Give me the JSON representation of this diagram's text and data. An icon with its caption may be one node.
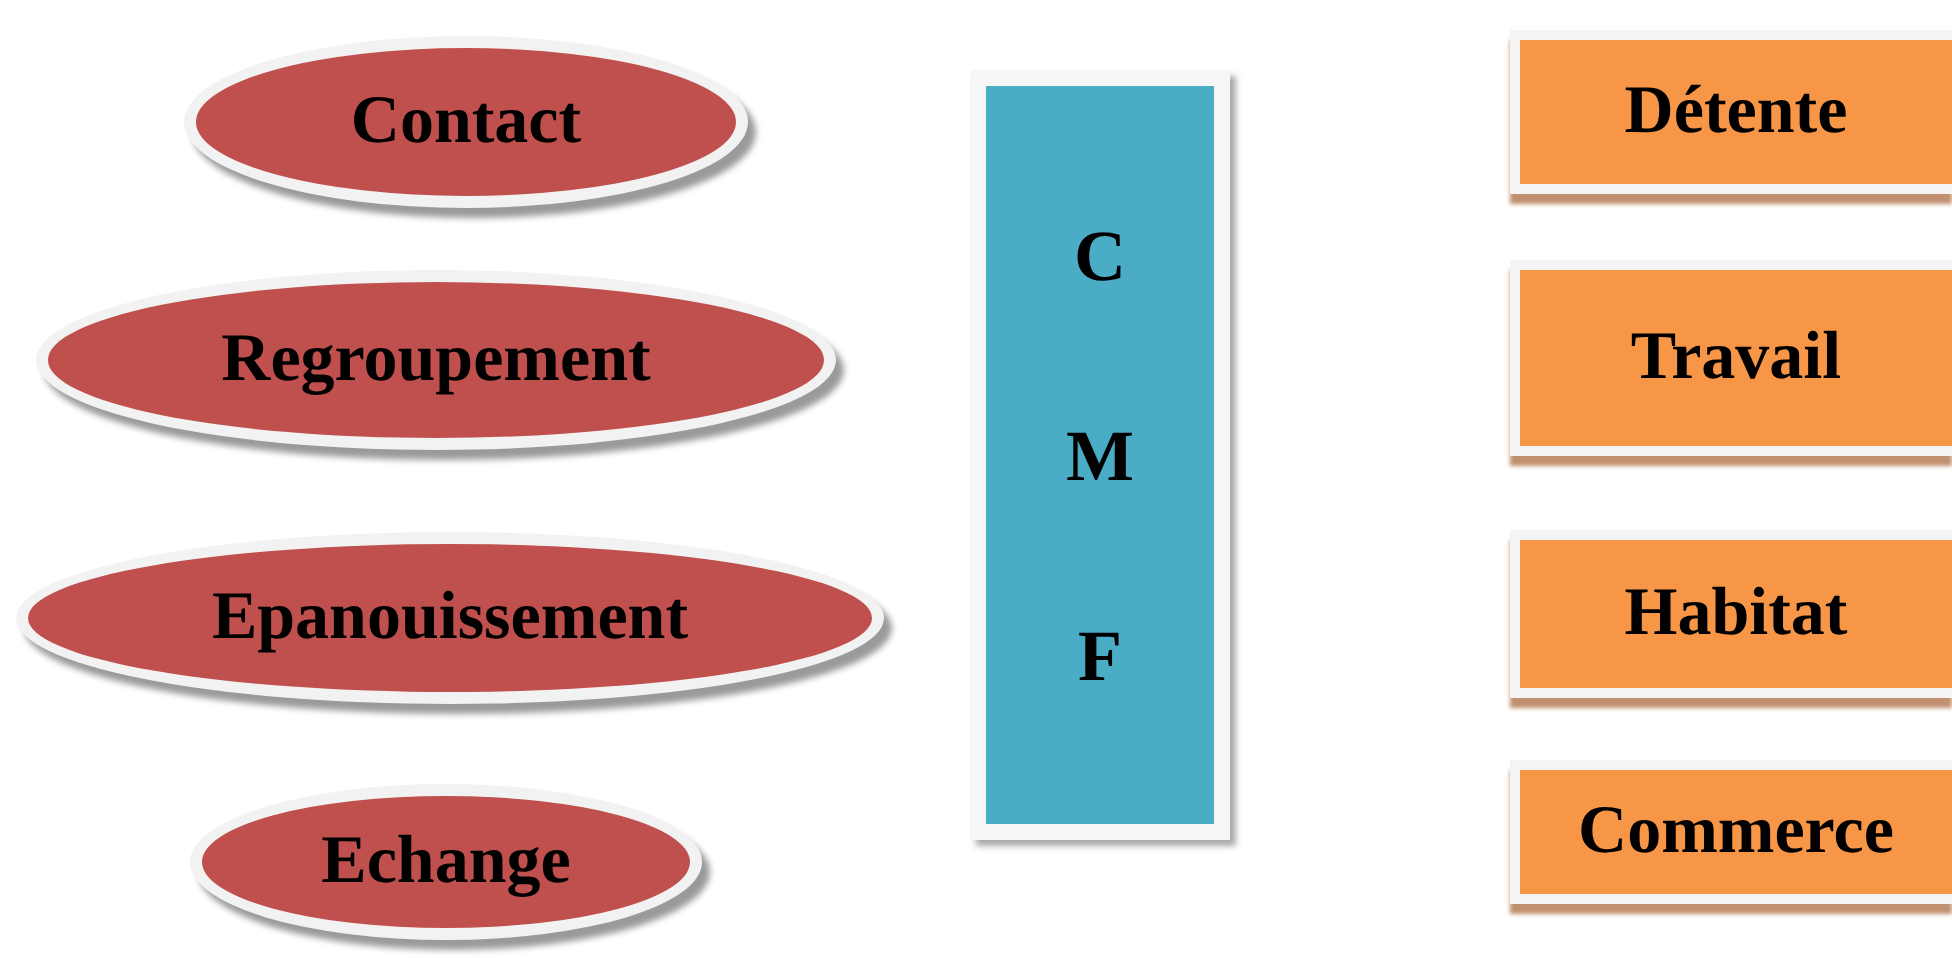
{
  "diagram": {
    "nodes": [
      {
        "text": [
          "Contact"
        ]
      },
      {
        "text": [
          "Regroupement"
        ]
      },
      {
        "text": [
          "Epanouissement"
        ]
      },
      {
        "text": [
          "Echange"
        ]
      },
      {
        "text": [
          "C M F"
        ]
      },
      {
        "text": [
          "Détente"
        ]
      },
      {
        "text": [
          "Travail"
        ]
      },
      {
        "text": [
          "Habitat"
        ]
      },
      {
        "text": [
          "Commerce"
        ]
      }
    ]
  }
}
